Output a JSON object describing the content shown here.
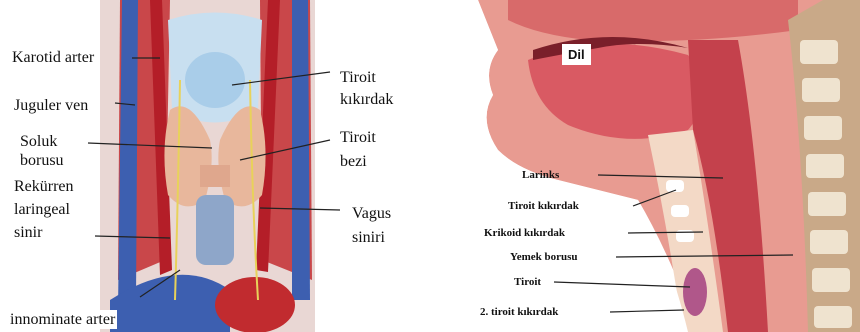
{
  "left_diagram": {
    "labels": {
      "karotid_arter": "Karotid arter",
      "juguler_ven": "Juguler ven",
      "soluk_borusu_1": "Soluk",
      "soluk_borusu_2": "borusu",
      "rekurren_1": "Rekürren",
      "rekurren_2": "laringeal",
      "rekurren_3": "sinir",
      "innominate_arter": "innominate arter",
      "tiroit_kikirdak_1": "Tiroit",
      "tiroit_kikirdak_2": "kıkırdak",
      "tiroit_bezi_1": "Tiroit",
      "tiroit_bezi_2": "bezi",
      "vagus_1": "Vagus",
      "vagus_2": "siniri"
    }
  },
  "right_diagram": {
    "labels": {
      "dil": "Dil",
      "larinks": "Larinks",
      "tiroit_kikirdak": "Tiroit kıkırdak",
      "krikoid_kikirdak": "Krikoid kıkırdak",
      "yemek_borusu": "Yemek borusu",
      "tiroit": "Tiroit",
      "tiroit_kikirdak_2": "2. tiroit kıkırdak"
    }
  }
}
